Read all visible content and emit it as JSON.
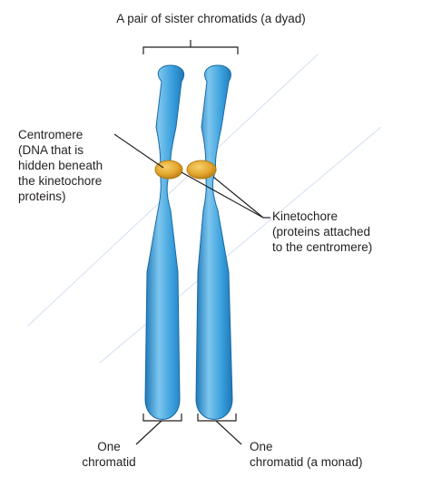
{
  "labels": {
    "title": "A pair of sister chromatids (a dyad)",
    "centromere": "Centromere\n(DNA that is\nhidden beneath\nthe kinetochore\nproteins)",
    "kinetochore": "Kinetochore\n(proteins attached\nto the centromere)",
    "one_chromatid": "One\nchromatid",
    "one_chromatid_monad": "One\nchromatid (a monad)"
  },
  "colors": {
    "chromatid": "#3aa0dc",
    "chromatid_dark": "#1f78b8",
    "chromatid_light": "#7cc6ee",
    "kinetochore": "#e3a72f",
    "kinetochore_dark": "#b47b12",
    "line": "#231f20",
    "watermark": "#c9d6ea"
  }
}
